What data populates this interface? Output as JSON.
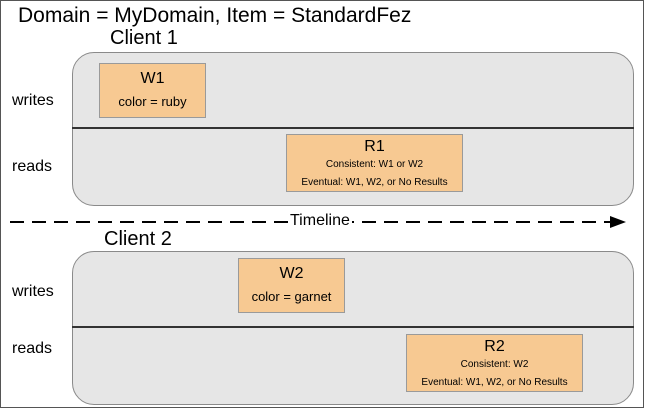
{
  "title": "Domain = MyDomain, Item = StandardFez",
  "timeline_label": "Timeline",
  "clients": [
    {
      "label": "Client 1",
      "rows": {
        "writes": "writes",
        "reads": "reads"
      },
      "write_op": {
        "title": "W1",
        "detail": "color = ruby"
      },
      "read_op": {
        "title": "R1",
        "consistent": "Consistent: W1 or W2",
        "eventual": "Eventual: W1, W2, or No Results"
      }
    },
    {
      "label": "Client 2",
      "rows": {
        "writes": "writes",
        "reads": "reads"
      },
      "write_op": {
        "title": "W2",
        "detail": "color = garnet"
      },
      "read_op": {
        "title": "R2",
        "consistent": "Consistent: W2",
        "eventual": "Eventual: W1, W2, or No Results"
      }
    }
  ]
}
